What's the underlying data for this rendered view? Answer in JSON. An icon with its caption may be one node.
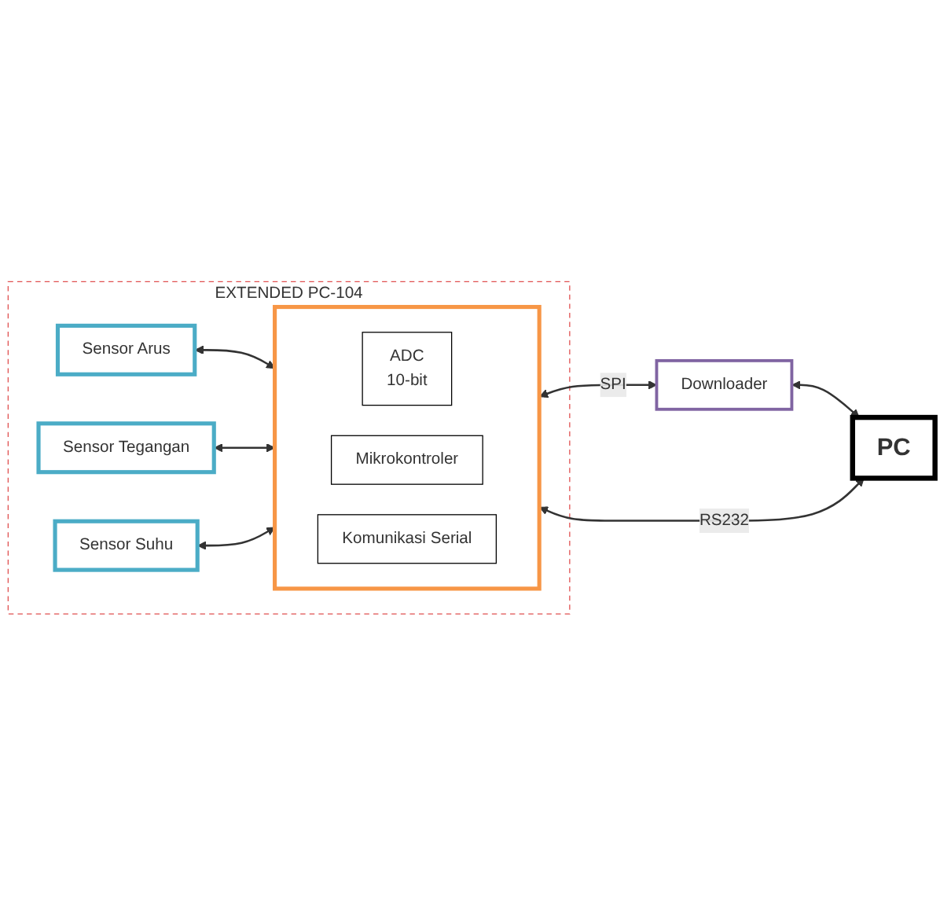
{
  "diagram": {
    "nodes": [
      {
        "text": [
          "EXTENDED PC-104"
        ]
      },
      {
        "text": [
          "Sensor Arus"
        ],
        "in": 0
      },
      {
        "text": [
          "Sensor Tegangan"
        ],
        "in": 0
      },
      {
        "text": [
          "Sensor Suhu"
        ],
        "in": 0
      },
      {
        "text": [],
        "shape": "box",
        "in": 0
      },
      {
        "text": [
          "ADC",
          "10-bit"
        ],
        "in": 4
      },
      {
        "text": [
          "Mikrokontroler"
        ],
        "in": 4
      },
      {
        "text": [
          "Komunikasi Serial"
        ],
        "in": 4
      },
      {
        "text": [
          "Downloader"
        ]
      },
      {
        "text": [
          "PC"
        ]
      }
    ],
    "edges": [
      {
        "from": 1,
        "to": 4,
        "arrow": "both"
      },
      {
        "from": 2,
        "to": 4,
        "arrow": "both"
      },
      {
        "from": 3,
        "to": 4,
        "arrow": "both"
      },
      {
        "from": 4,
        "to": 8,
        "arrow": "both",
        "label": "SPI"
      },
      {
        "from": 4,
        "to": 9,
        "arrow": "both",
        "label": "RS232"
      },
      {
        "from": 8,
        "to": 9,
        "arrow": "both"
      }
    ]
  }
}
